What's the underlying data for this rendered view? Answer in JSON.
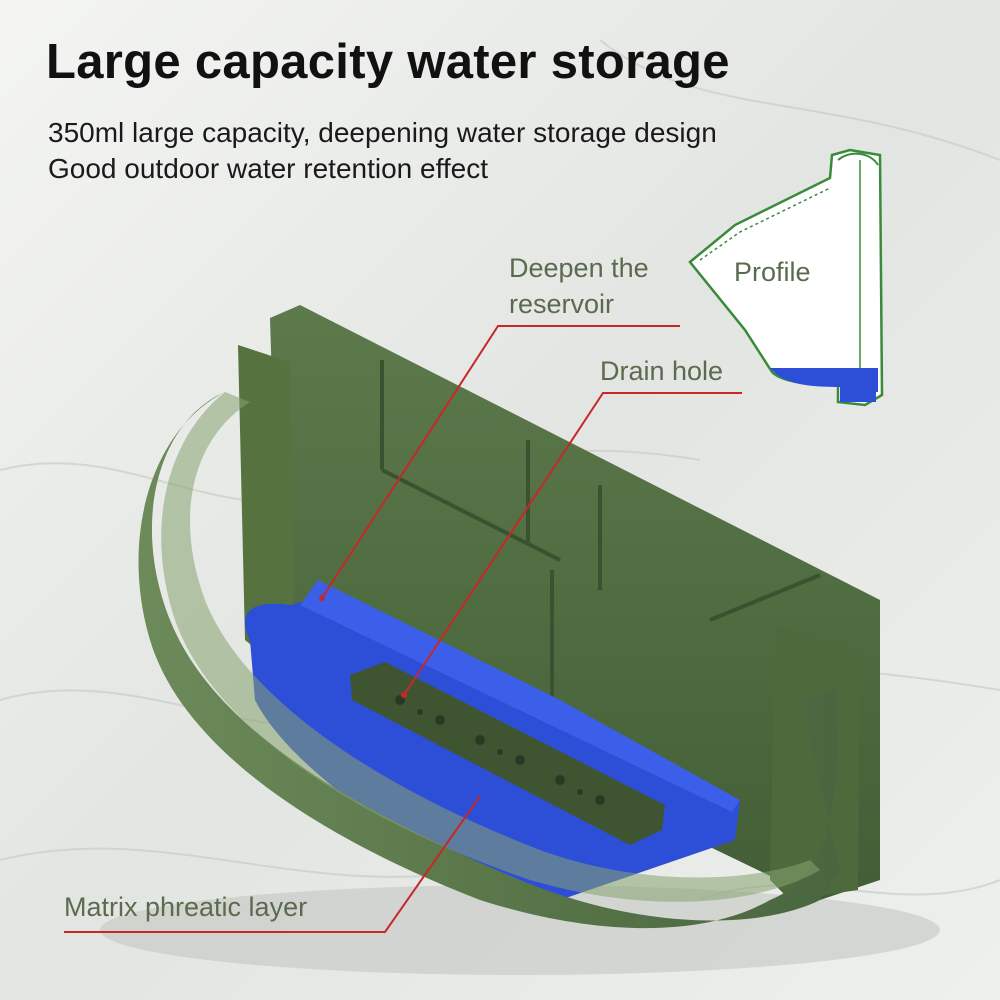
{
  "header": {
    "title": "Large capacity water storage",
    "subtitle_lines": [
      "350ml large capacity, deepening water storage design",
      "Good outdoor water retention effect"
    ]
  },
  "callouts": {
    "deepen_reservoir_line1": "Deepen the",
    "deepen_reservoir_line2": "reservoir",
    "profile": "Profile",
    "drain_hole": "Drain hole",
    "matrix_layer": "Matrix phreatic layer"
  },
  "colors": {
    "planter_green": "#4f6b40",
    "planter_dark": "#3a5230",
    "water_blue": "#2d4fd8",
    "leader_red": "#c62828",
    "profile_outline": "#3a8a3a",
    "label_text": "#5b6b4f",
    "marble_bg": "#e9ebe8"
  }
}
